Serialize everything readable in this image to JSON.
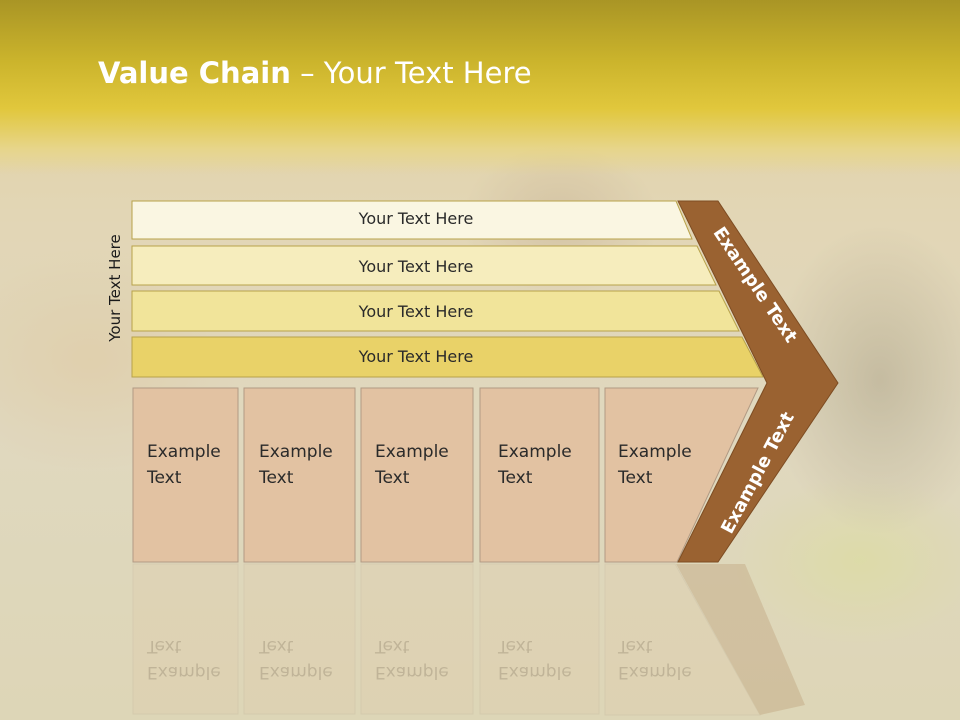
{
  "slide": {
    "title_bold": "Value Chain",
    "title_rest": " – Your Text Here"
  },
  "side_label": "Your Text Here",
  "bands": [
    {
      "label": "Your Text Here",
      "color": "#faf6e2"
    },
    {
      "label": "Your Text Here",
      "color": "#f6edbd"
    },
    {
      "label": "Your Text Here",
      "color": "#f1e49a"
    },
    {
      "label": "Your Text Here",
      "color": "#e9d268"
    }
  ],
  "boxes": [
    {
      "line1": "Example",
      "line2": "Text"
    },
    {
      "line1": "Example",
      "line2": "Text"
    },
    {
      "line1": "Example",
      "line2": "Text"
    },
    {
      "line1": "Example",
      "line2": "Text"
    },
    {
      "line1": "Example",
      "line2": "Text"
    }
  ],
  "chevron": {
    "upper_label": "Example Text",
    "lower_label": "Example Text",
    "color": "#9a6231"
  },
  "colors": {
    "box_fill": "#e2c2a2",
    "box_border": "#b19a84",
    "band_border": "#b8a24a"
  }
}
